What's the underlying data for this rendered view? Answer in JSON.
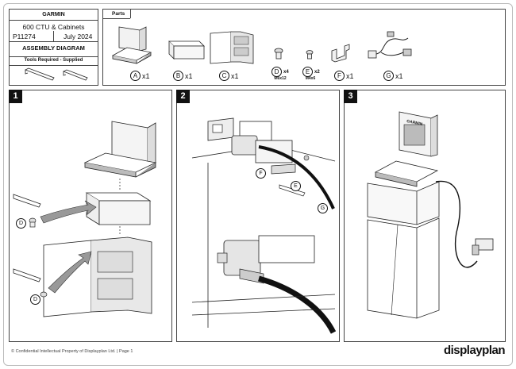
{
  "title_block": {
    "brand": "GARMIN",
    "product": "600 CTU & Cabinets",
    "part_number": "P11274",
    "date": "July 2024",
    "document_type": "ASSEMBLY DIAGRAM",
    "tools_heading": "Tools Required - Supplied"
  },
  "parts": {
    "heading": "Parts",
    "items": [
      {
        "letter": "A",
        "qty": "x1",
        "spec": ""
      },
      {
        "letter": "B",
        "qty": "x1",
        "spec": ""
      },
      {
        "letter": "C",
        "qty": "x1",
        "spec": ""
      },
      {
        "letter": "D",
        "qty": "x4",
        "spec": "M6x12"
      },
      {
        "letter": "E",
        "qty": "x2",
        "spec": "M4x6"
      },
      {
        "letter": "F",
        "qty": "x1",
        "spec": ""
      },
      {
        "letter": "G",
        "qty": "x1",
        "spec": ""
      }
    ]
  },
  "steps": [
    {
      "number": "1",
      "callouts": [
        "D",
        "D"
      ]
    },
    {
      "number": "2",
      "callouts": [
        "F",
        "E",
        "G"
      ]
    },
    {
      "number": "3",
      "callouts": []
    }
  ],
  "kiosk_brand_label": "GARMIN",
  "footer": {
    "text": "© Confidential Intellectual Property of Displayplan Ltd. | Page 1",
    "logo": "displayplan"
  }
}
